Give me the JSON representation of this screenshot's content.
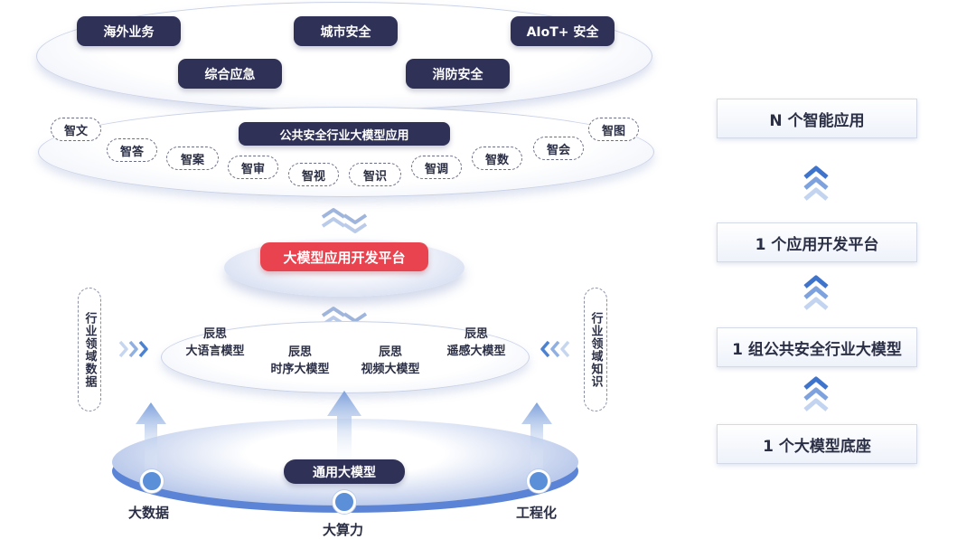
{
  "top_layer": {
    "scenarios": [
      "海外业务",
      "城市安全",
      "AIoT+ 安全",
      "综合应急",
      "消防安全"
    ]
  },
  "app_layer": {
    "title": "公共安全行业大模型应用",
    "items": [
      "智文",
      "智答",
      "智案",
      "智审",
      "智视",
      "智识",
      "智调",
      "智数",
      "智会",
      "智图"
    ]
  },
  "platform": {
    "label": "大模型应用开发平台"
  },
  "models": [
    {
      "line1": "辰思",
      "line2": "大语言模型"
    },
    {
      "line1": "辰思",
      "line2": "时序大模型"
    },
    {
      "line1": "辰思",
      "line2": "视频大模型"
    },
    {
      "line1": "辰思",
      "line2": "遥感大模型"
    }
  ],
  "side_left": "行业领域数据",
  "side_right": "行业领域知识",
  "base": {
    "label": "通用大模型",
    "pillars": [
      "大数据",
      "大算力",
      "工程化"
    ]
  },
  "right_stack": [
    "N 个智能应用",
    "1 个应用开发平台",
    "1 组公共安全行业大模型",
    "1 个大模型底座"
  ],
  "colors": {
    "dark": "#2f3157",
    "accent_red": "#e8434f",
    "blue": "#5b8fd8"
  }
}
